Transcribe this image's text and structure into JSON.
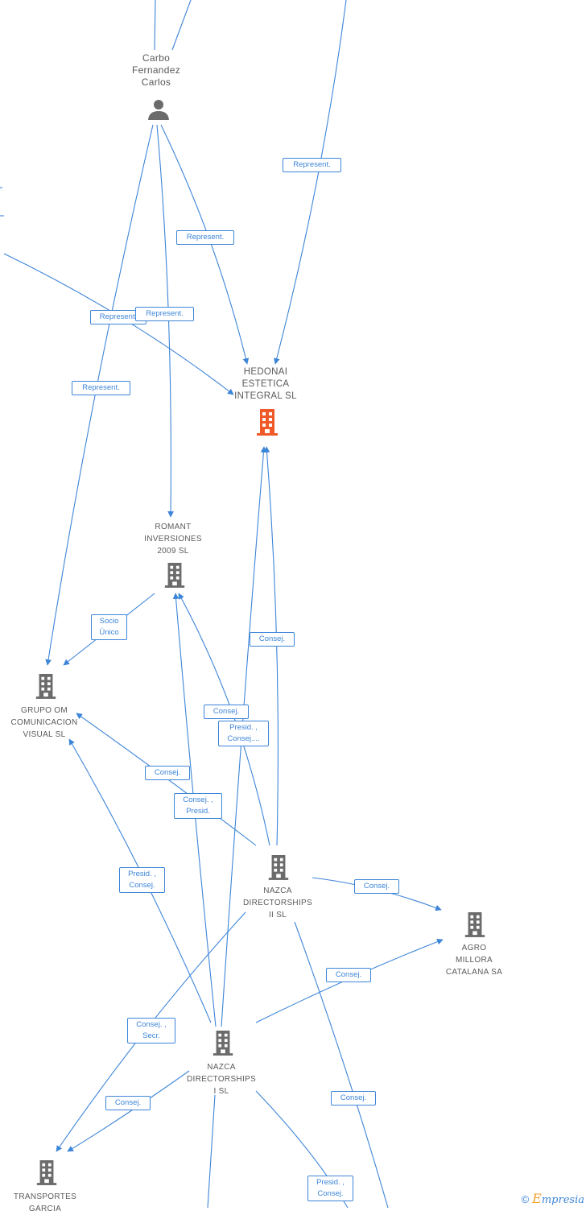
{
  "nodes": {
    "carbo": {
      "label": "Carbo\nFernandez\nCarlos",
      "icon": "person-icon"
    },
    "hedonai": {
      "label": "HEDONAI\nESTETICA\nINTEGRAL SL",
      "icon": "building-icon",
      "color": "#f05a28"
    },
    "romant": {
      "label": "ROMANT\nINVERSIONES\n2009 SL",
      "icon": "building-icon"
    },
    "grupo": {
      "label": "GRUPO OM\nCOMUNICACION\nVISUAL  SL",
      "icon": "building-icon"
    },
    "nazca2": {
      "label": "NAZCA\nDIRECTORSHIPS\nII SL",
      "icon": "building-icon"
    },
    "agro": {
      "label": "AGRO\nMILLORA\nCATALANA SA",
      "icon": "building-icon"
    },
    "nazca1": {
      "label": "NAZCA\nDIRECTORSHIPS\nI SL",
      "icon": "building-icon"
    },
    "transportes": {
      "label": "TRANSPORTES\nGARCIA",
      "icon": "building-icon"
    }
  },
  "edge_labels": {
    "e1": "Represent.",
    "e2": "Represent.",
    "e3": "Represent.",
    "e4": "Represent.",
    "e5": "Represent.",
    "e6": "Socio\nÚnico",
    "e7": "Consej.",
    "e8": "Consej.",
    "e9": "Presid. ,\nConsej....",
    "e10": "Consej.",
    "e11": "Consej. ,\nPresid.",
    "e12": "Presid. ,\nConsej.",
    "e13": "Consej.",
    "e14": "Consej.",
    "e15": "Consej. ,\nSecr.",
    "e16": "Consej.",
    "e17": "Consej.",
    "e18": "Presid. ,\nConsej."
  },
  "colors": {
    "edge": "#3d85d8",
    "node_icon": "#6b6b6b",
    "focus": "#f05a28"
  },
  "footer": {
    "copyright": "©",
    "brand_e": "E",
    "brand_rest": "mpresia"
  }
}
